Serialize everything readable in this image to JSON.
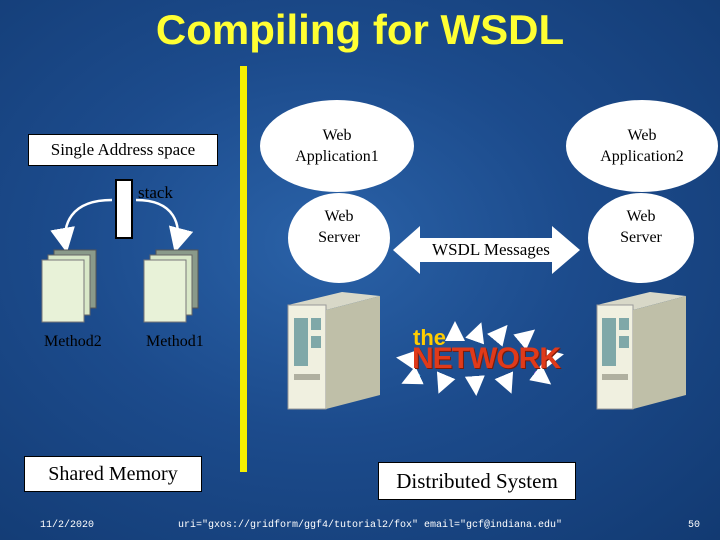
{
  "title": "Compiling for WSDL",
  "left": {
    "address_space": "Single Address space",
    "stack": "stack",
    "method2": "Method2",
    "method1": "Method1",
    "shared_memory": "Shared Memory"
  },
  "right": {
    "app1": "Web Application1",
    "app2": "Web Application2",
    "server1": "Web Server",
    "server2": "Web Server",
    "wsdl_messages": "WSDL Messages",
    "network_logo_small": "the",
    "network_logo_big": "NETWORK",
    "distributed": "Distributed System"
  },
  "footer": {
    "date": "11/2/2020",
    "uri": "uri=\"gxos://gridform/ggf4/tutorial2/fox\" email=\"gcf@indiana.edu\"",
    "page": "50"
  },
  "colors": {
    "title": "#ffff33",
    "divider": "#f5f000",
    "background": "#1c4b8c"
  }
}
